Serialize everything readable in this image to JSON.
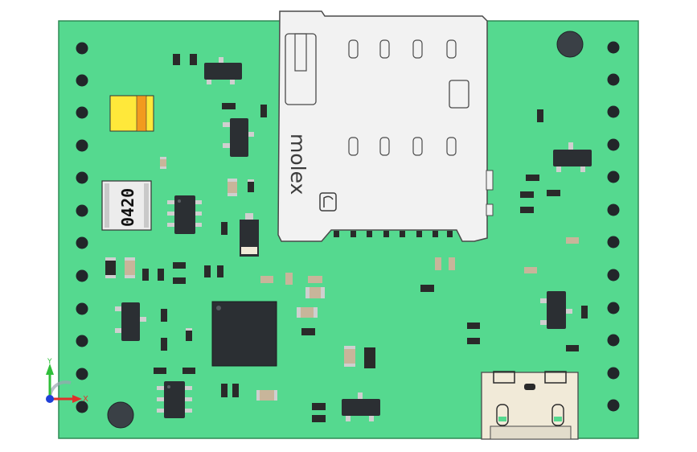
{
  "colors": {
    "background": "#ffffff",
    "board": "#55d98f",
    "board_edge": "#2e8a55",
    "pin_hole": "#22262a",
    "mount_hole": "#3a4046",
    "ic_body": "#2b2f33",
    "smd_dark": "#2a2a2a",
    "smd_light": "#e6e6e6",
    "cap_tan": "#c8b59a",
    "pad_silver": "#cfcfcf",
    "tantalum_yellow": "#ffe83a",
    "tantalum_orange": "#f29a1e",
    "sd_metal": "#f2f2f2",
    "sd_outline": "#4a4a4a",
    "usb_body": "#f1ead8",
    "usb_metal": "#d9d9d9",
    "axis_x": "#e0302a",
    "axis_y": "#2fbf3a",
    "axis_z": "#1f3fd8"
  },
  "board": {
    "name": "pcb-board"
  },
  "sd_card_slot": {
    "brand_text": "molex"
  },
  "inductor": {
    "marking": "0420"
  },
  "axis_triad": {
    "x_label": "X",
    "y_label": "Y"
  },
  "icon_names": [
    "mount-hole-icon",
    "pin-hole-icon",
    "axis-triad-icon"
  ]
}
